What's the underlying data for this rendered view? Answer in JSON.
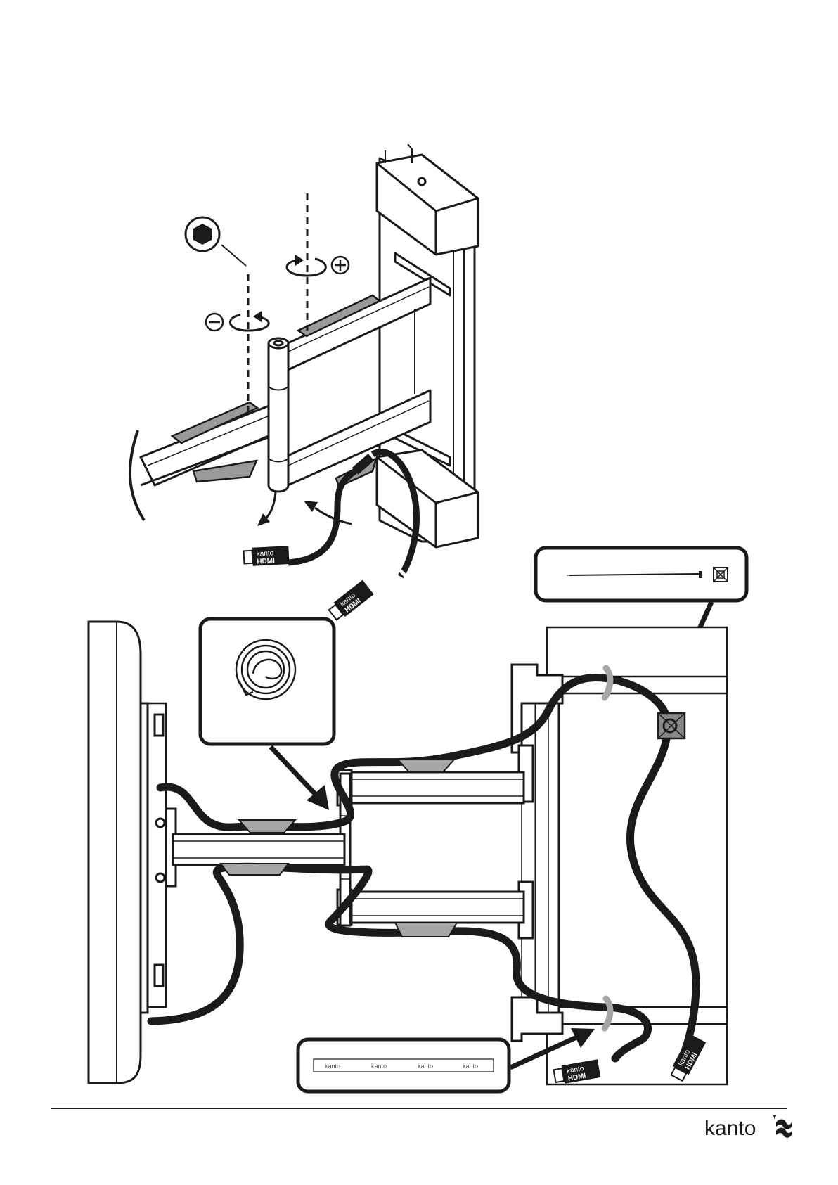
{
  "brand": {
    "name": "kanto"
  },
  "cable_label": {
    "line1": "kanto",
    "line2": "HDMI"
  },
  "velcro_strip": {
    "labels": [
      "kanto",
      "kanto",
      "kanto",
      "kanto"
    ]
  },
  "colors": {
    "ink": "#1a1a1a",
    "tape_gray": "#a6a6a6",
    "paper": "#ffffff"
  },
  "icons": {
    "hex_key": "hex-socket-icon",
    "tighten": "plus-circle-icon",
    "loosen": "minus-circle-icon",
    "rotate_cw": "rotate-clockwise-icon",
    "rotate_ccw": "rotate-counterclockwise-icon"
  }
}
